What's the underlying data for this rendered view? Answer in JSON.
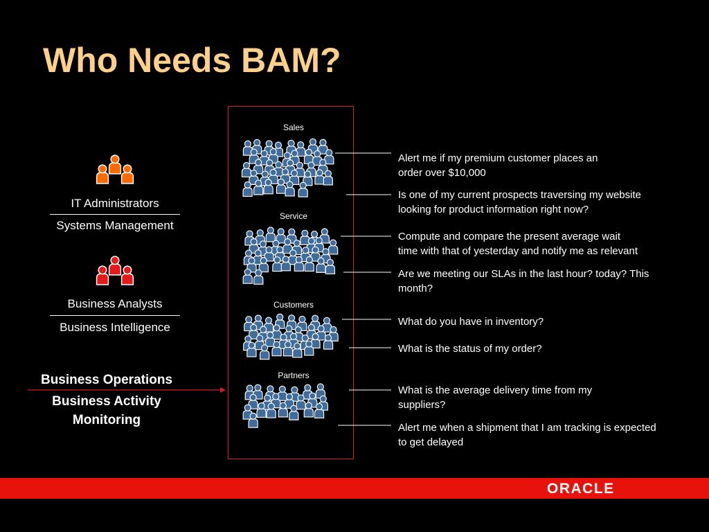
{
  "slide": {
    "title": "Who Needs BAM?"
  },
  "roles": [
    {
      "name": "IT Administrators",
      "function": "Systems Management",
      "icon": "user-group-icon",
      "color": "#ff6a00"
    },
    {
      "name": "Business Analysts",
      "function": "Business Intelligence",
      "icon": "user-group-icon",
      "color": "#e51a1a"
    }
  ],
  "operations": {
    "heading": "Business Operations",
    "line1": "Business Activity",
    "line2": "Monitoring",
    "arrow_color": "#d02020"
  },
  "groups": [
    {
      "label": "Sales"
    },
    {
      "label": "Service"
    },
    {
      "label": "Customers"
    },
    {
      "label": "Partners"
    }
  ],
  "person_color": "#3f6c9a",
  "questions": [
    {
      "line1": "Alert me if my premium customer places an",
      "line2": "order over $10,000"
    },
    {
      "line1": "Is one of my current prospects traversing my website",
      "line2": "looking for product information right now?"
    },
    {
      "line1": "Compute and compare the present average wait",
      "line2": "time with that of yesterday and notify me as relevant"
    },
    {
      "line1": "Are we meeting our SLAs in the last hour? today? This",
      "line2": "month?"
    },
    {
      "line1": "What do you have in inventory?",
      "line2": ""
    },
    {
      "line1": "What is the status of my order?",
      "line2": ""
    },
    {
      "line1": "What is the average delivery time from my",
      "line2": "suppliers?"
    },
    {
      "line1": "Alert me when a shipment that I am tracking is expected",
      "line2": "to get delayed"
    }
  ],
  "footer": {
    "brand": "ORACLE",
    "color": "#e8120c"
  }
}
